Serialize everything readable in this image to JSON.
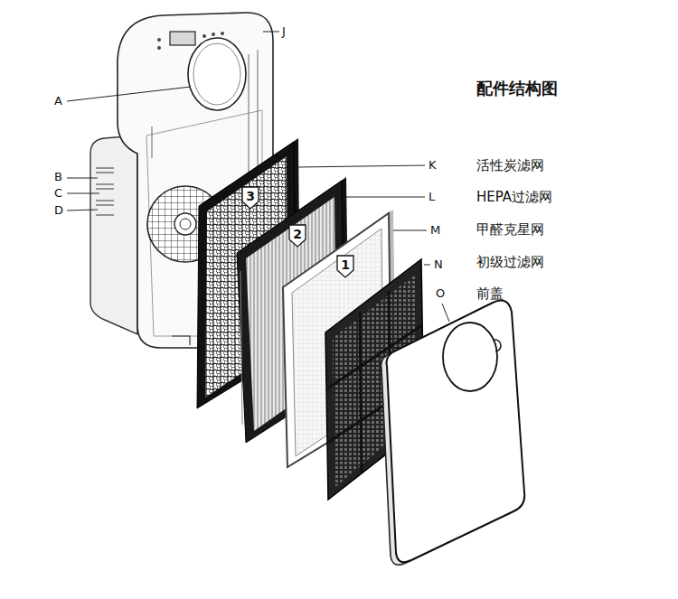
{
  "diagram": {
    "title": "配件结构图",
    "labels": [
      "J",
      "A",
      "B",
      "C",
      "D",
      "K",
      "L",
      "M",
      "N",
      "O",
      "活性炭滤网",
      "HEPA过滤网",
      "甲醛克星网",
      "初级过滤网",
      "前盖",
      "3",
      "2",
      "1"
    ]
  }
}
